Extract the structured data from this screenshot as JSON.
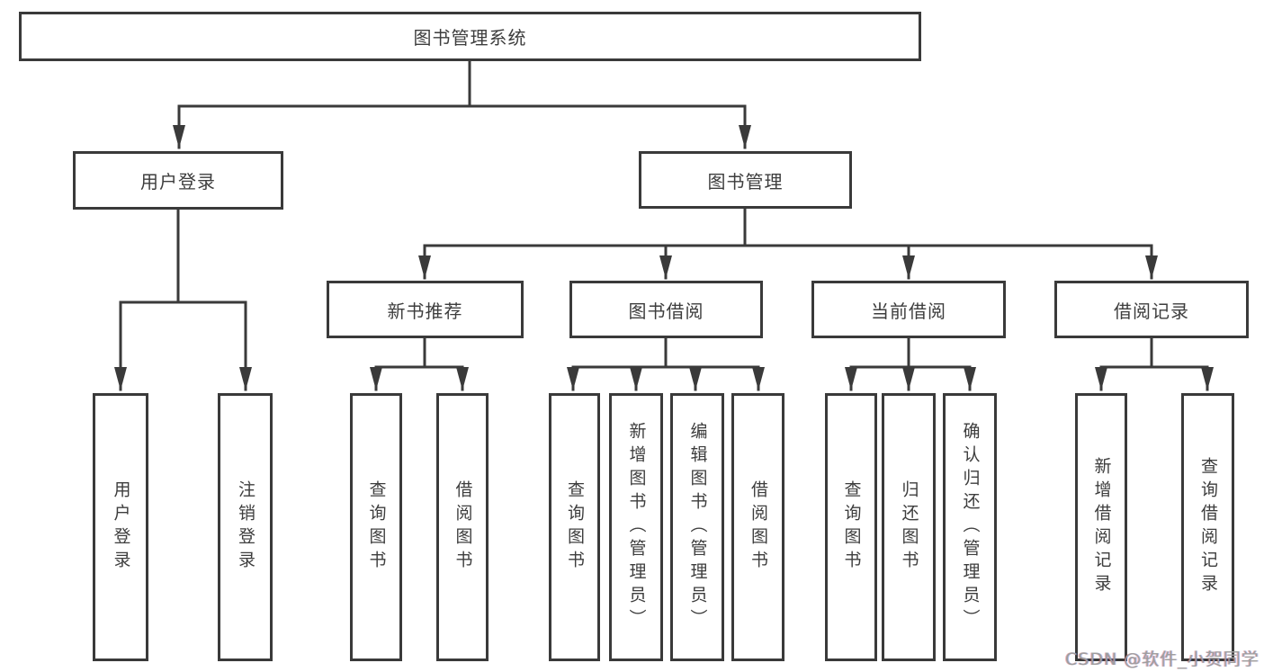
{
  "diagram": {
    "type": "hierarchy-tree",
    "colors": {
      "line": "#3a3a3a",
      "box_border": "#3a3a3a",
      "box_fill": "#ffffff",
      "text": "#3d3d3d",
      "background": "#ffffff",
      "watermark_text_color": "#9e9e9e"
    },
    "watermark": "CSDN @软件_小贺同学",
    "nodes": {
      "root": {
        "label": "图书管理系统"
      },
      "user_login": {
        "label": "用户登录"
      },
      "book_management": {
        "label": "图书管理"
      },
      "new_book_recommend": {
        "label": "新书推荐"
      },
      "book_borrowing": {
        "label": "图书借阅"
      },
      "current_borrowing": {
        "label": "当前借阅"
      },
      "borrowing_records": {
        "label": "借阅记录"
      },
      "leaf_user_login": {
        "label": "用户登录"
      },
      "leaf_logout": {
        "label": "注销登录"
      },
      "leaf_nbr_query_books": {
        "label": "查询图书"
      },
      "leaf_nbr_borrow_books": {
        "label": "借阅图书"
      },
      "leaf_bb_query_books": {
        "label": "查询图书"
      },
      "leaf_bb_add_books_admin": {
        "label": "新增图书（管理员）"
      },
      "leaf_bb_edit_books_admin": {
        "label": "编辑图书（管理员）"
      },
      "leaf_bb_borrow_books": {
        "label": "借阅图书"
      },
      "leaf_cb_query_books": {
        "label": "查询图书"
      },
      "leaf_cb_return_books": {
        "label": "归还图书"
      },
      "leaf_cb_confirm_return_admin": {
        "label": "确认归还（管理员）"
      },
      "leaf_br_add_record": {
        "label": "新增借阅记录"
      },
      "leaf_br_query_record": {
        "label": "查询借阅记录"
      }
    },
    "hierarchy": {
      "图书管理系统": {
        "用户登录": [
          "用户登录",
          "注销登录"
        ],
        "图书管理": {
          "新书推荐": [
            "查询图书",
            "借阅图书"
          ],
          "图书借阅": [
            "查询图书",
            "新增图书（管理员）",
            "编辑图书（管理员）",
            "借阅图书"
          ],
          "当前借阅": [
            "查询图书",
            "归还图书",
            "确认归还（管理员）"
          ],
          "借阅记录": [
            "新增借阅记录",
            "查询借阅记录"
          ]
        }
      }
    }
  }
}
